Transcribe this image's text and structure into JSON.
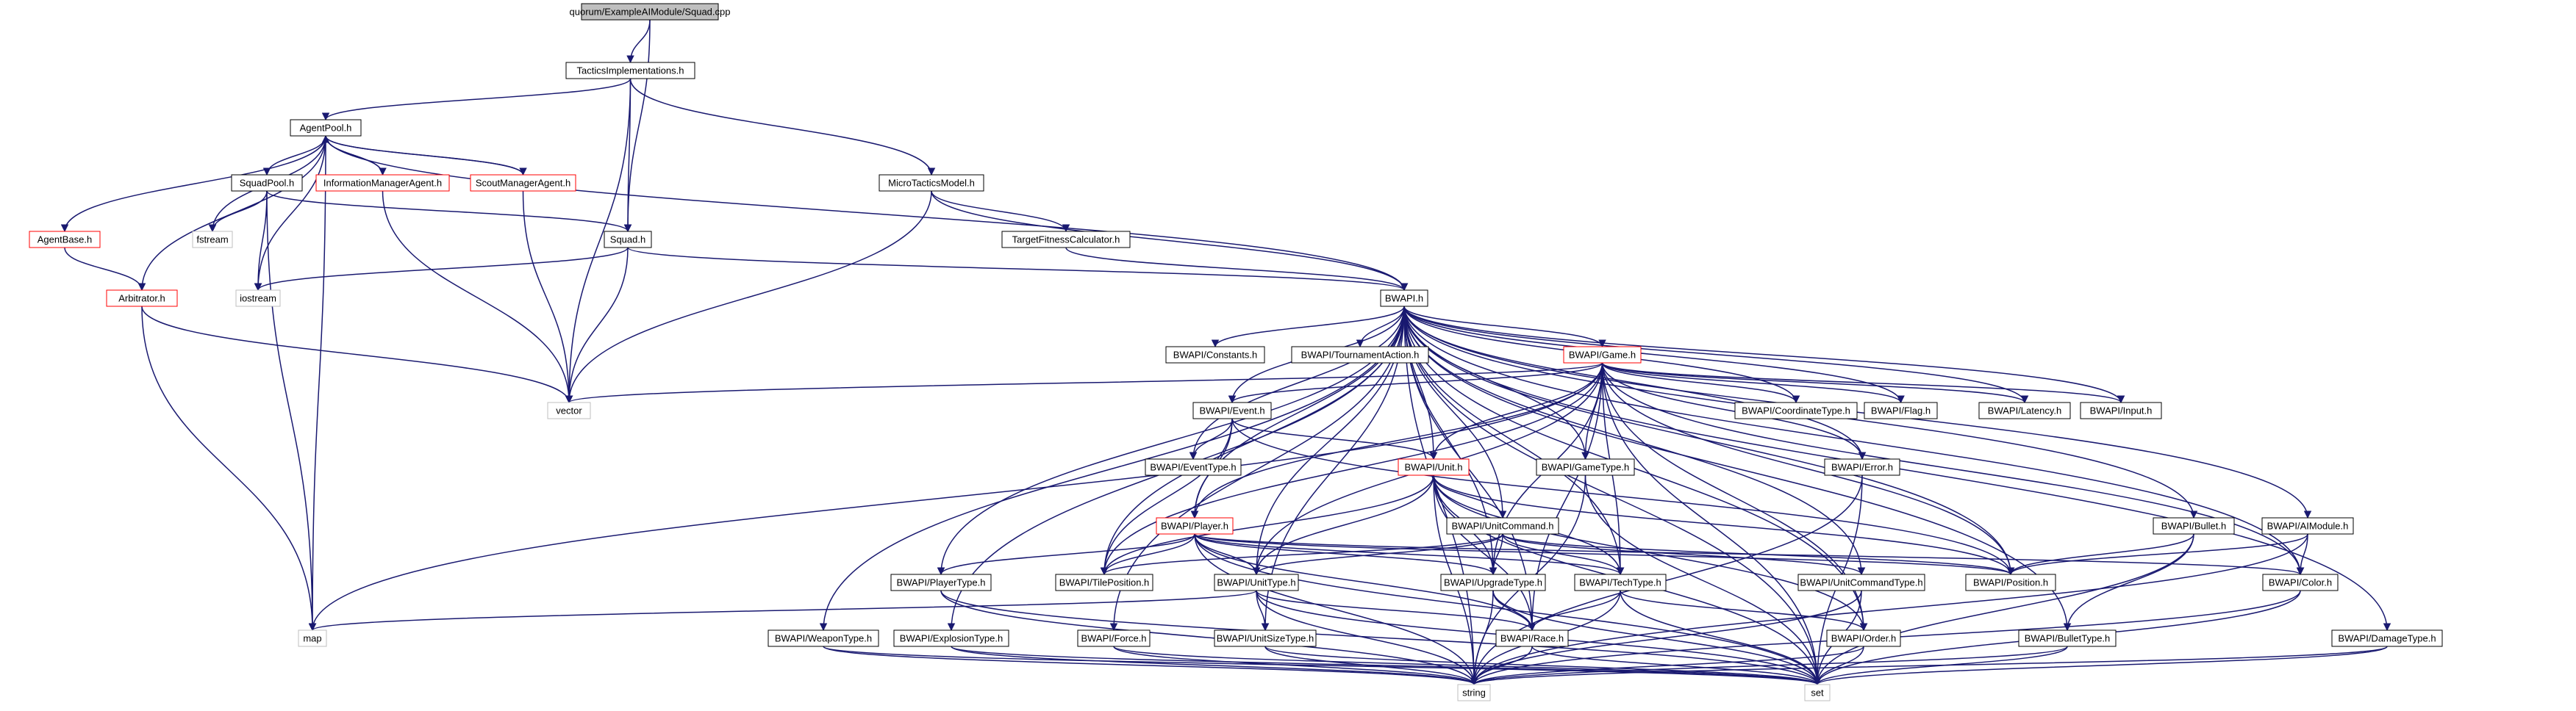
{
  "graph": {
    "colors": {
      "edge": "#191970",
      "box_black": "#000000",
      "box_red": "#ff0000",
      "box_grey": "#bfbfbf",
      "root_fill": "#bfbfbf"
    },
    "nodes": [
      {
        "id": "squad_cpp",
        "label": "quorum/ExampleAIModule/Squad.cpp",
        "style": "root"
      },
      {
        "id": "tactics",
        "label": "TacticsImplementations.h",
        "style": "black"
      },
      {
        "id": "agentpool",
        "label": "AgentPool.h",
        "style": "black"
      },
      {
        "id": "microtactics",
        "label": "MicroTacticsModel.h",
        "style": "black"
      },
      {
        "id": "squadpool",
        "label": "SquadPool.h",
        "style": "black"
      },
      {
        "id": "infomgr",
        "label": "InformationManagerAgent.h",
        "style": "red"
      },
      {
        "id": "scoutmgr",
        "label": "ScoutManagerAgent.h",
        "style": "red"
      },
      {
        "id": "agentbase",
        "label": "AgentBase.h",
        "style": "red"
      },
      {
        "id": "arbitrator",
        "label": "Arbitrator.h",
        "style": "red"
      },
      {
        "id": "fstream",
        "label": "fstream",
        "style": "grey"
      },
      {
        "id": "iostream",
        "label": "iostream",
        "style": "grey"
      },
      {
        "id": "squad_h",
        "label": "Squad.h",
        "style": "black"
      },
      {
        "id": "targetfit",
        "label": "TargetFitnessCalculator.h",
        "style": "black"
      },
      {
        "id": "bwapi",
        "label": "BWAPI.h",
        "style": "black"
      },
      {
        "id": "vector",
        "label": "vector",
        "style": "grey"
      },
      {
        "id": "constants",
        "label": "BWAPI/Constants.h",
        "style": "black"
      },
      {
        "id": "tournament",
        "label": "BWAPI/TournamentAction.h",
        "style": "black"
      },
      {
        "id": "game",
        "label": "BWAPI/Game.h",
        "style": "red"
      },
      {
        "id": "event",
        "label": "BWAPI/Event.h",
        "style": "black"
      },
      {
        "id": "coordtype",
        "label": "BWAPI/CoordinateType.h",
        "style": "black"
      },
      {
        "id": "flag",
        "label": "BWAPI/Flag.h",
        "style": "black"
      },
      {
        "id": "latency",
        "label": "BWAPI/Latency.h",
        "style": "black"
      },
      {
        "id": "input",
        "label": "BWAPI/Input.h",
        "style": "black"
      },
      {
        "id": "eventtype",
        "label": "BWAPI/EventType.h",
        "style": "black"
      },
      {
        "id": "unit",
        "label": "BWAPI/Unit.h",
        "style": "red"
      },
      {
        "id": "gametype",
        "label": "BWAPI/GameType.h",
        "style": "black"
      },
      {
        "id": "error",
        "label": "BWAPI/Error.h",
        "style": "black"
      },
      {
        "id": "player",
        "label": "BWAPI/Player.h",
        "style": "red"
      },
      {
        "id": "unitcommand",
        "label": "BWAPI/UnitCommand.h",
        "style": "black"
      },
      {
        "id": "bullet",
        "label": "BWAPI/Bullet.h",
        "style": "black"
      },
      {
        "id": "aimodule",
        "label": "BWAPI/AIModule.h",
        "style": "black"
      },
      {
        "id": "playertype",
        "label": "BWAPI/PlayerType.h",
        "style": "black"
      },
      {
        "id": "tileposition",
        "label": "BWAPI/TilePosition.h",
        "style": "black"
      },
      {
        "id": "unittype",
        "label": "BWAPI/UnitType.h",
        "style": "black"
      },
      {
        "id": "upgradetype",
        "label": "BWAPI/UpgradeType.h",
        "style": "black"
      },
      {
        "id": "techtype",
        "label": "BWAPI/TechType.h",
        "style": "black"
      },
      {
        "id": "unitcommandtype",
        "label": "BWAPI/UnitCommandType.h",
        "style": "black"
      },
      {
        "id": "position",
        "label": "BWAPI/Position.h",
        "style": "black"
      },
      {
        "id": "color",
        "label": "BWAPI/Color.h",
        "style": "black"
      },
      {
        "id": "map",
        "label": "map",
        "style": "grey"
      },
      {
        "id": "weapontype",
        "label": "BWAPI/WeaponType.h",
        "style": "black"
      },
      {
        "id": "explosiontype",
        "label": "BWAPI/ExplosionType.h",
        "style": "black"
      },
      {
        "id": "force",
        "label": "BWAPI/Force.h",
        "style": "black"
      },
      {
        "id": "unitsizetype",
        "label": "BWAPI/UnitSizeType.h",
        "style": "black"
      },
      {
        "id": "race",
        "label": "BWAPI/Race.h",
        "style": "black"
      },
      {
        "id": "order",
        "label": "BWAPI/Order.h",
        "style": "black"
      },
      {
        "id": "bullettype",
        "label": "BWAPI/BulletType.h",
        "style": "black"
      },
      {
        "id": "damagetype",
        "label": "BWAPI/DamageType.h",
        "style": "black"
      },
      {
        "id": "string",
        "label": "string",
        "style": "grey"
      },
      {
        "id": "set",
        "label": "set",
        "style": "grey"
      }
    ],
    "edges": [
      [
        "squad_cpp",
        "tactics"
      ],
      [
        "squad_cpp",
        "squad_h"
      ],
      [
        "tactics",
        "agentpool"
      ],
      [
        "tactics",
        "microtactics"
      ],
      [
        "tactics",
        "squad_h"
      ],
      [
        "tactics",
        "vector"
      ],
      [
        "agentpool",
        "squadpool"
      ],
      [
        "agentpool",
        "infomgr"
      ],
      [
        "agentpool",
        "scoutmgr"
      ],
      [
        "agentpool",
        "agentbase"
      ],
      [
        "agentpool",
        "arbitrator"
      ],
      [
        "agentpool",
        "fstream"
      ],
      [
        "agentpool",
        "iostream"
      ],
      [
        "agentpool",
        "map"
      ],
      [
        "agentpool",
        "bwapi"
      ],
      [
        "infomgr",
        "agentpool"
      ],
      [
        "infomgr",
        "vector"
      ],
      [
        "scoutmgr",
        "agentpool"
      ],
      [
        "scoutmgr",
        "vector"
      ],
      [
        "squadpool",
        "fstream"
      ],
      [
        "squadpool",
        "iostream"
      ],
      [
        "squadpool",
        "map"
      ],
      [
        "squadpool",
        "squad_h"
      ],
      [
        "agentbase",
        "arbitrator"
      ],
      [
        "arbitrator",
        "map"
      ],
      [
        "arbitrator",
        "vector"
      ],
      [
        "microtactics",
        "targetfit"
      ],
      [
        "microtactics",
        "bwapi"
      ],
      [
        "microtactics",
        "vector"
      ],
      [
        "targetfit",
        "bwapi"
      ],
      [
        "squad_h",
        "iostream"
      ],
      [
        "squad_h",
        "vector"
      ],
      [
        "squad_h",
        "bwapi"
      ],
      [
        "bwapi",
        "constants"
      ],
      [
        "bwapi",
        "tournament"
      ],
      [
        "bwapi",
        "game"
      ],
      [
        "bwapi",
        "event"
      ],
      [
        "bwapi",
        "coordtype"
      ],
      [
        "bwapi",
        "flag"
      ],
      [
        "bwapi",
        "latency"
      ],
      [
        "bwapi",
        "input"
      ],
      [
        "bwapi",
        "eventtype"
      ],
      [
        "bwapi",
        "unit"
      ],
      [
        "bwapi",
        "gametype"
      ],
      [
        "bwapi",
        "error"
      ],
      [
        "bwapi",
        "player"
      ],
      [
        "bwapi",
        "unitcommand"
      ],
      [
        "bwapi",
        "bullet"
      ],
      [
        "bwapi",
        "aimodule"
      ],
      [
        "bwapi",
        "playertype"
      ],
      [
        "bwapi",
        "tileposition"
      ],
      [
        "bwapi",
        "unittype"
      ],
      [
        "bwapi",
        "upgradetype"
      ],
      [
        "bwapi",
        "techtype"
      ],
      [
        "bwapi",
        "unitcommandtype"
      ],
      [
        "bwapi",
        "position"
      ],
      [
        "bwapi",
        "color"
      ],
      [
        "bwapi",
        "weapontype"
      ],
      [
        "bwapi",
        "explosiontype"
      ],
      [
        "bwapi",
        "force"
      ],
      [
        "bwapi",
        "unitsizetype"
      ],
      [
        "bwapi",
        "race"
      ],
      [
        "bwapi",
        "order"
      ],
      [
        "bwapi",
        "bullettype"
      ],
      [
        "bwapi",
        "damagetype"
      ],
      [
        "bwapi",
        "string"
      ],
      [
        "bwapi",
        "set"
      ],
      [
        "game",
        "vector"
      ],
      [
        "game",
        "map"
      ],
      [
        "game",
        "event"
      ],
      [
        "game",
        "coordtype"
      ],
      [
        "game",
        "flag"
      ],
      [
        "game",
        "latency"
      ],
      [
        "game",
        "input"
      ],
      [
        "game",
        "unit"
      ],
      [
        "game",
        "gametype"
      ],
      [
        "game",
        "error"
      ],
      [
        "game",
        "player"
      ],
      [
        "game",
        "tileposition"
      ],
      [
        "game",
        "unittype"
      ],
      [
        "game",
        "upgradetype"
      ],
      [
        "game",
        "techtype"
      ],
      [
        "game",
        "position"
      ],
      [
        "game",
        "color"
      ],
      [
        "game",
        "race"
      ],
      [
        "game",
        "order"
      ],
      [
        "game",
        "set"
      ],
      [
        "event",
        "eventtype"
      ],
      [
        "event",
        "unit"
      ],
      [
        "event",
        "player"
      ],
      [
        "event",
        "position"
      ],
      [
        "event",
        "tileposition"
      ],
      [
        "unit",
        "unittype"
      ],
      [
        "unit",
        "upgradetype"
      ],
      [
        "unit",
        "techtype"
      ],
      [
        "unit",
        "unitcommand"
      ],
      [
        "unit",
        "tileposition"
      ],
      [
        "unit",
        "position"
      ],
      [
        "unit",
        "order"
      ],
      [
        "unit",
        "race"
      ],
      [
        "unit",
        "set"
      ],
      [
        "unit",
        "string"
      ],
      [
        "gametype",
        "string"
      ],
      [
        "gametype",
        "set"
      ],
      [
        "error",
        "string"
      ],
      [
        "error",
        "set"
      ],
      [
        "player",
        "playertype"
      ],
      [
        "player",
        "tileposition"
      ],
      [
        "player",
        "unittype"
      ],
      [
        "player",
        "upgradetype"
      ],
      [
        "player",
        "techtype"
      ],
      [
        "player",
        "race"
      ],
      [
        "player",
        "color"
      ],
      [
        "player",
        "position"
      ],
      [
        "player",
        "string"
      ],
      [
        "player",
        "set"
      ],
      [
        "unitcommand",
        "unitcommandtype"
      ],
      [
        "unitcommand",
        "position"
      ],
      [
        "unitcommand",
        "tileposition"
      ],
      [
        "unitcommand",
        "unittype"
      ],
      [
        "unitcommand",
        "upgradetype"
      ],
      [
        "unitcommand",
        "techtype"
      ],
      [
        "bullet",
        "bullettype"
      ],
      [
        "bullet",
        "position"
      ],
      [
        "bullet",
        "set"
      ],
      [
        "aimodule",
        "color"
      ],
      [
        "aimodule",
        "position"
      ],
      [
        "aimodule",
        "string"
      ],
      [
        "playertype",
        "string"
      ],
      [
        "playertype",
        "set"
      ],
      [
        "unittype",
        "unitsizetype"
      ],
      [
        "unittype",
        "race"
      ],
      [
        "unittype",
        "map"
      ],
      [
        "unittype",
        "string"
      ],
      [
        "unittype",
        "set"
      ],
      [
        "upgradetype",
        "race"
      ],
      [
        "upgradetype",
        "string"
      ],
      [
        "upgradetype",
        "set"
      ],
      [
        "techtype",
        "race"
      ],
      [
        "techtype",
        "order"
      ],
      [
        "techtype",
        "string"
      ],
      [
        "techtype",
        "set"
      ],
      [
        "unitcommandtype",
        "string"
      ],
      [
        "unitcommandtype",
        "set"
      ],
      [
        "color",
        "string"
      ],
      [
        "color",
        "set"
      ],
      [
        "weapontype",
        "string"
      ],
      [
        "weapontype",
        "set"
      ],
      [
        "explosiontype",
        "string"
      ],
      [
        "explosiontype",
        "set"
      ],
      [
        "force",
        "string"
      ],
      [
        "force",
        "set"
      ],
      [
        "unitsizetype",
        "string"
      ],
      [
        "unitsizetype",
        "set"
      ],
      [
        "race",
        "string"
      ],
      [
        "race",
        "set"
      ],
      [
        "order",
        "string"
      ],
      [
        "order",
        "set"
      ],
      [
        "bullettype",
        "string"
      ],
      [
        "bullettype",
        "set"
      ],
      [
        "damagetype",
        "string"
      ],
      [
        "damagetype",
        "set"
      ]
    ]
  }
}
